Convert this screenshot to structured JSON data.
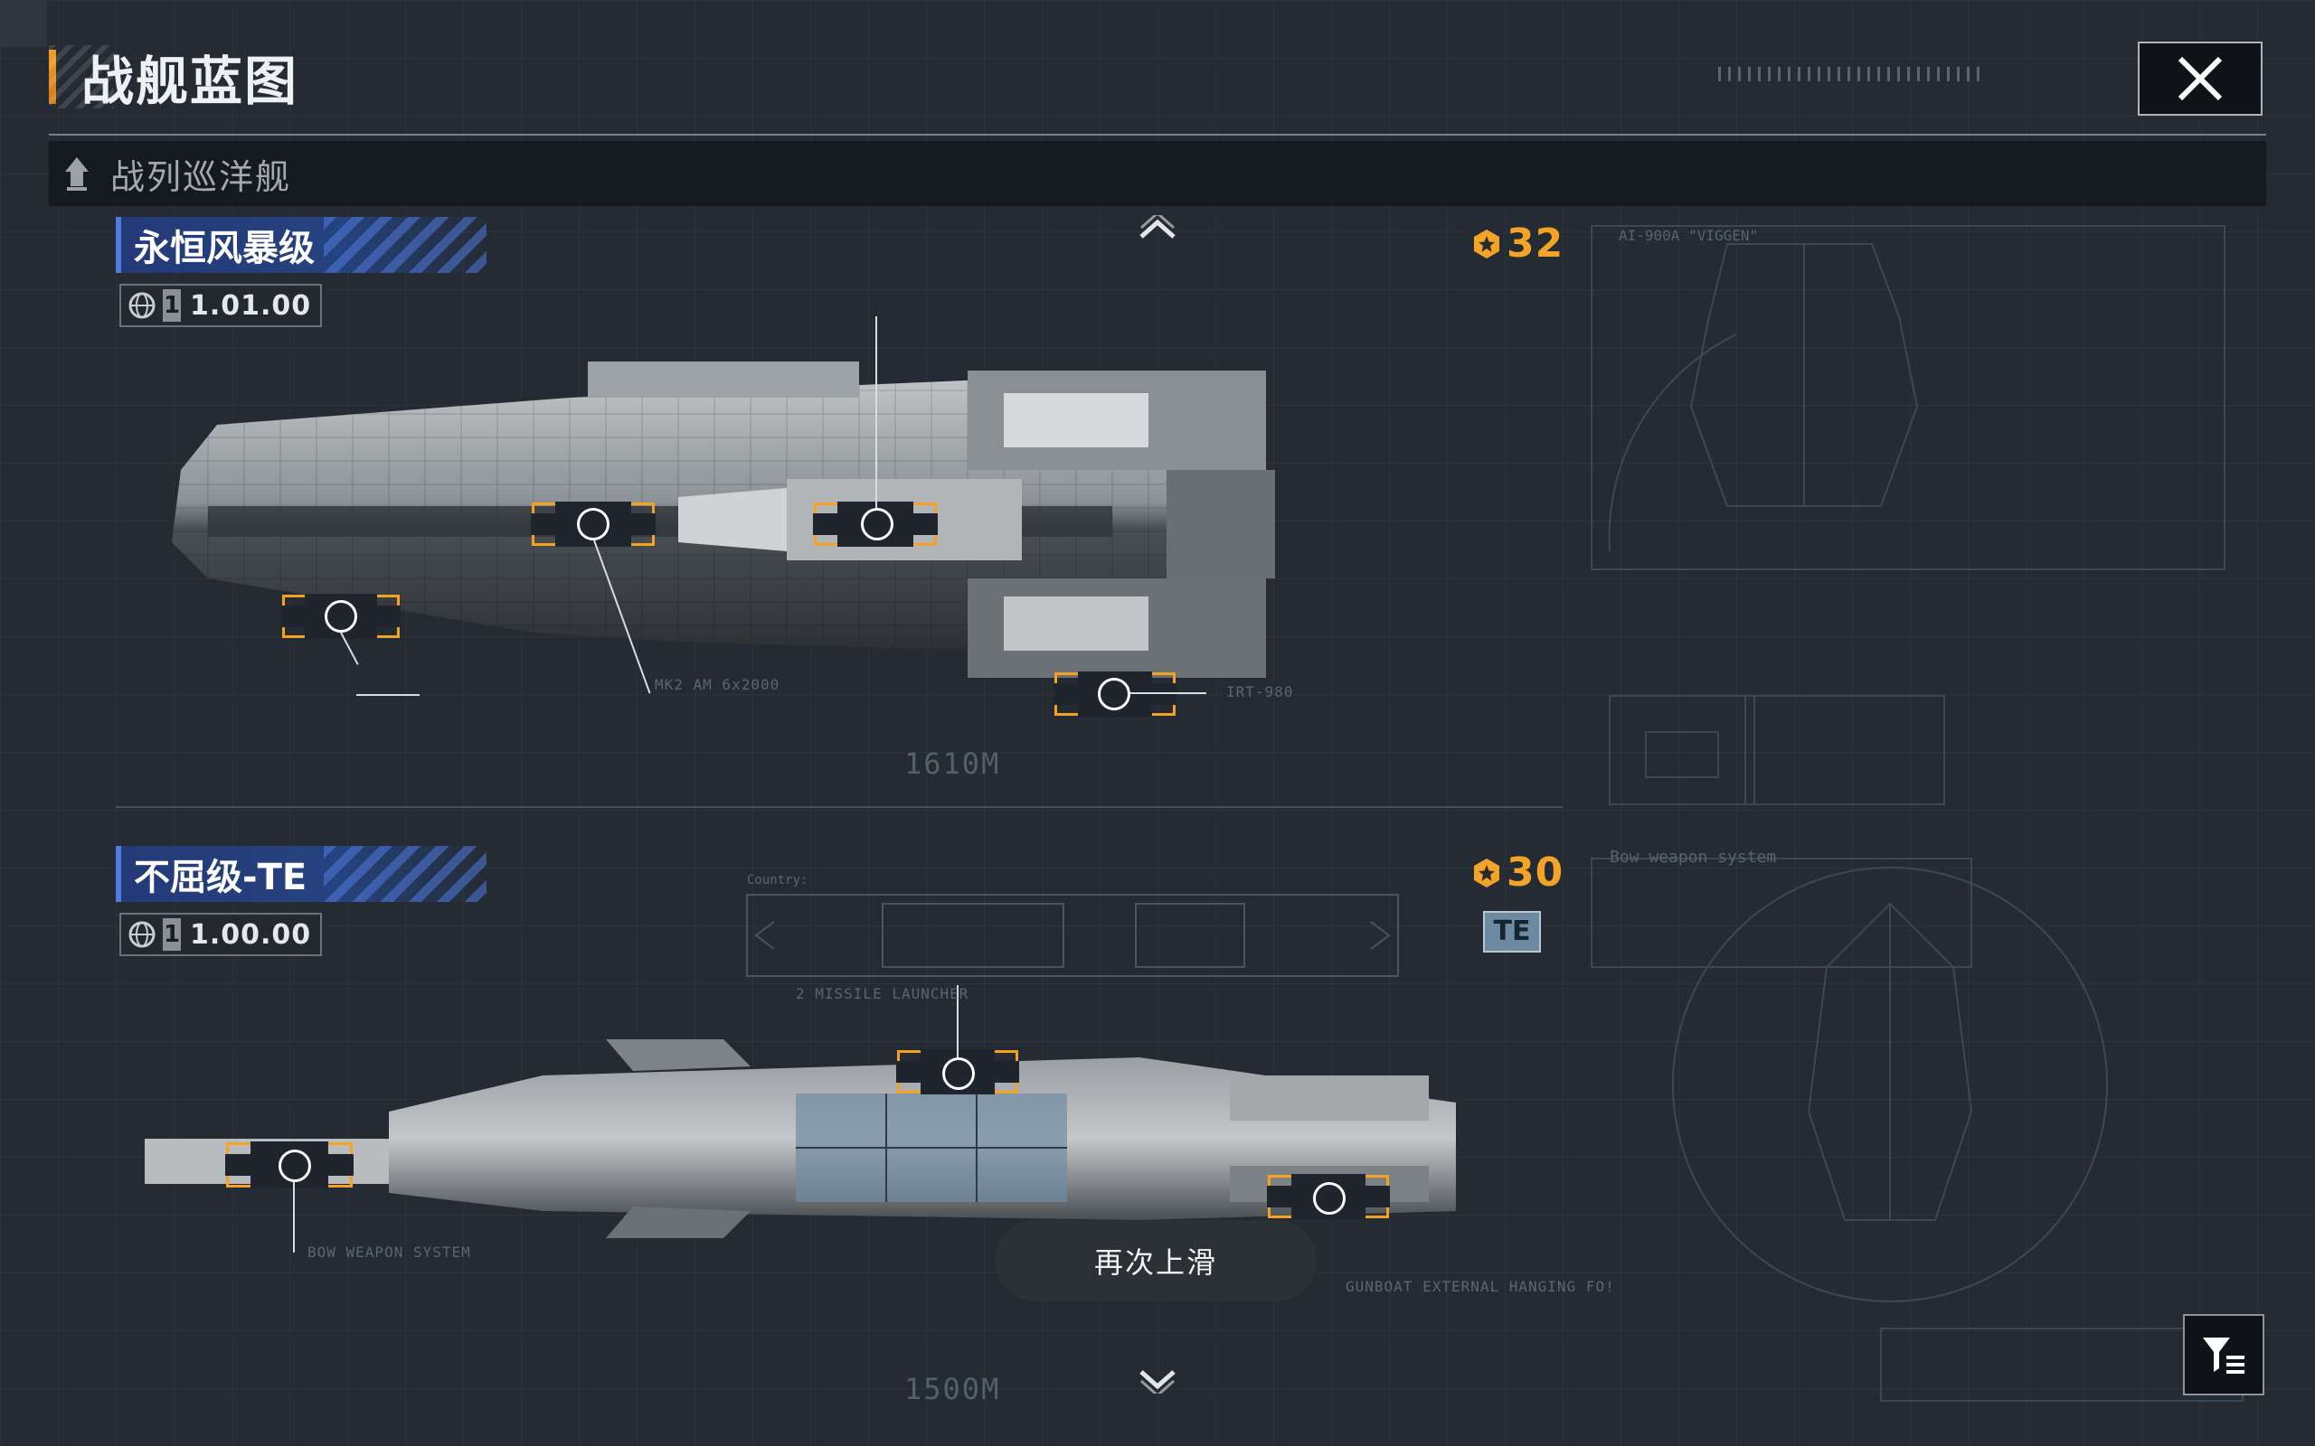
{
  "header": {
    "title": "战舰蓝图",
    "close_icon": "close-icon"
  },
  "category": {
    "label": "战列巡洋舰",
    "icon": "ship-class-icon"
  },
  "ships": [
    {
      "name": "永恒风暴级",
      "version_level": "1",
      "version": "1.01.00",
      "power": "32",
      "length": "1610M",
      "hardpoints": [
        "MK2 AM 6x2000",
        "IRT-980"
      ]
    },
    {
      "name": "不屈级-TE",
      "version_level": "1",
      "version": "1.00.00",
      "power": "30",
      "tag": "TE",
      "length": "1500M",
      "hardpoints": [
        "2 MISSILE LAUNCHER",
        "BOW WEAPON SYSTEM",
        "GUNBOAT EXTERNAL HANGING FO!"
      ]
    }
  ],
  "blueprint_labels": {
    "top_right": "AI-900A \"VIGGEN\"",
    "bottom_right": "Bow weapon system",
    "country": "Country:"
  },
  "toast": {
    "text": "再次上滑"
  },
  "colors": {
    "accent_orange": "#f3a428",
    "name_bar_blue": "#25437f",
    "background": "#242b33"
  }
}
